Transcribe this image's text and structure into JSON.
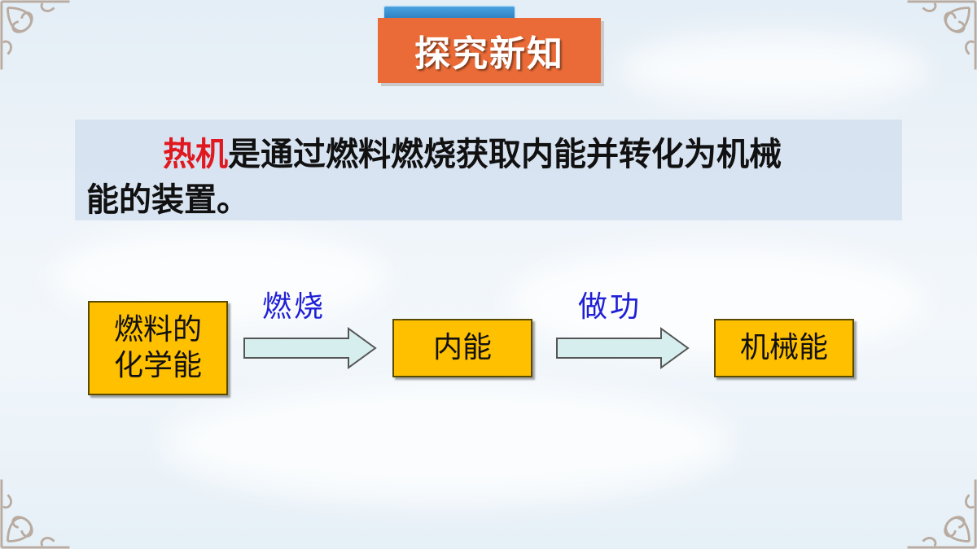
{
  "title": "探究新知",
  "definition": {
    "term": "热机",
    "line1_rest": "是通过燃料燃烧获取内能并转化为机械",
    "line2": "能的装置。"
  },
  "diagram": {
    "nodes": [
      {
        "line1": "燃料的",
        "line2": "化学能"
      },
      {
        "label": "内能"
      },
      {
        "label": "机械能"
      }
    ],
    "arrows": [
      {
        "label": "燃烧"
      },
      {
        "label": "做功"
      }
    ]
  },
  "colors": {
    "title_bg": "#ea6b37",
    "node_fill": "#ffc000",
    "arrow_label": "#1f1fd6",
    "term_highlight": "#e0181f",
    "arrow_fill": "#d6eeee"
  }
}
